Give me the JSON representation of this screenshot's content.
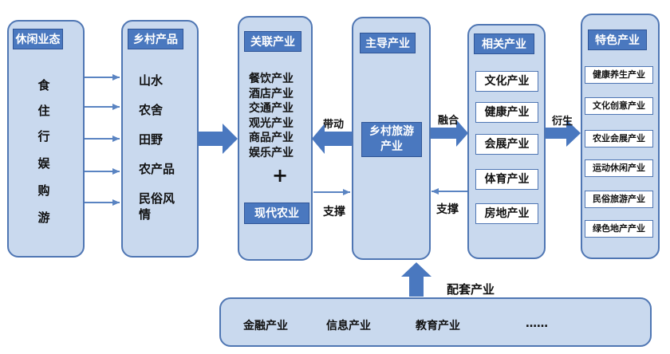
{
  "columns": {
    "leisure": {
      "title": "休闲业态",
      "items": [
        "食",
        "住",
        "行",
        "娱",
        "购",
        "游"
      ]
    },
    "products": {
      "title": "乡村产品",
      "items": [
        "山水",
        "农舍",
        "田野",
        "农产品",
        "民俗风",
        "情"
      ]
    },
    "linked": {
      "title": "关联产业",
      "items": [
        "餐饮产业",
        "酒店产业",
        "交通产业",
        "观光产业",
        "商品产业",
        "娱乐产业"
      ],
      "plus": "+",
      "modern": "现代农业"
    },
    "leading": {
      "title": "主导产业",
      "core_line1": "乡村旅游",
      "core_line2": "产业"
    },
    "related": {
      "title": "相关产业",
      "items": [
        "文化产业",
        "健康产业",
        "会展产业",
        "体育产业",
        "房地产业"
      ]
    },
    "special": {
      "title": "特色产业",
      "items": [
        "健康养生产业",
        "文化创意产业",
        "农业会展产业",
        "运动休闲产业",
        "民俗旅游产业",
        "绿色地产产业"
      ]
    }
  },
  "labels": {
    "drive": "带动",
    "support_left": "支撑",
    "fusion": "融合",
    "support_right": "支撑",
    "derive": "衍生",
    "supporting_industry": "配套产业"
  },
  "supporting": {
    "items": [
      "金融产业",
      "信息产业",
      "教育产业",
      "……"
    ]
  },
  "colors": {
    "panel_fill": "#c9d9ee",
    "panel_border": "#4f76b3",
    "header_fill": "#4a78bf",
    "arrow": "#4a78bf"
  }
}
